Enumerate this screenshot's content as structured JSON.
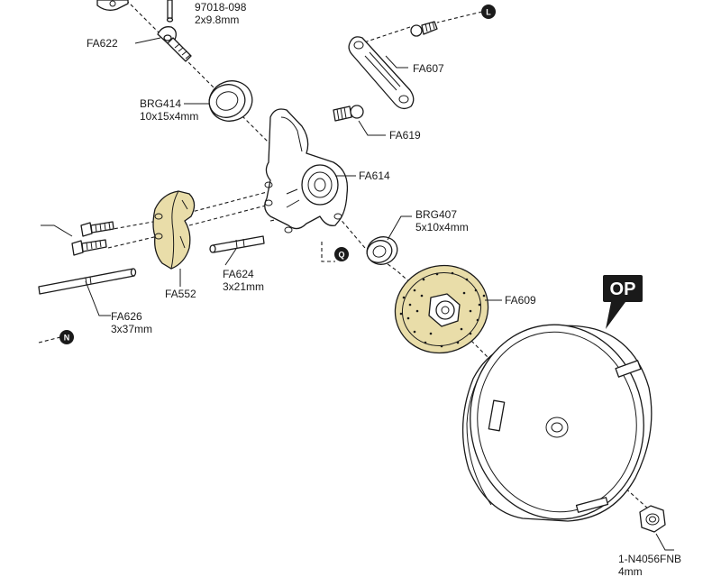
{
  "labels": {
    "fa622": "FA622",
    "p97018_line1": "97018-098",
    "p97018_line2": "2x9.8mm",
    "fa607": "FA607",
    "brg414_line1": "BRG414",
    "brg414_line2": "10x15x4mm",
    "fa619": "FA619",
    "fa614": "FA614",
    "brg407_line1": "BRG407",
    "brg407_line2": "5x10x4mm",
    "fa624_line1": "FA624",
    "fa624_line2": "3x21mm",
    "fa552": "FA552",
    "fa609": "FA609",
    "fa626_line1": "FA626",
    "fa626_line2": "3x37mm",
    "nut_line1": "1-N4056FNB",
    "nut_line2": "4mm"
  },
  "markers": {
    "l": "L",
    "q": "Q",
    "n": "N"
  },
  "op_badge": "OP",
  "colors": {
    "line": "#1a1a1a",
    "gold_part": "#e9dda9",
    "badge": "#1a1a1a"
  }
}
